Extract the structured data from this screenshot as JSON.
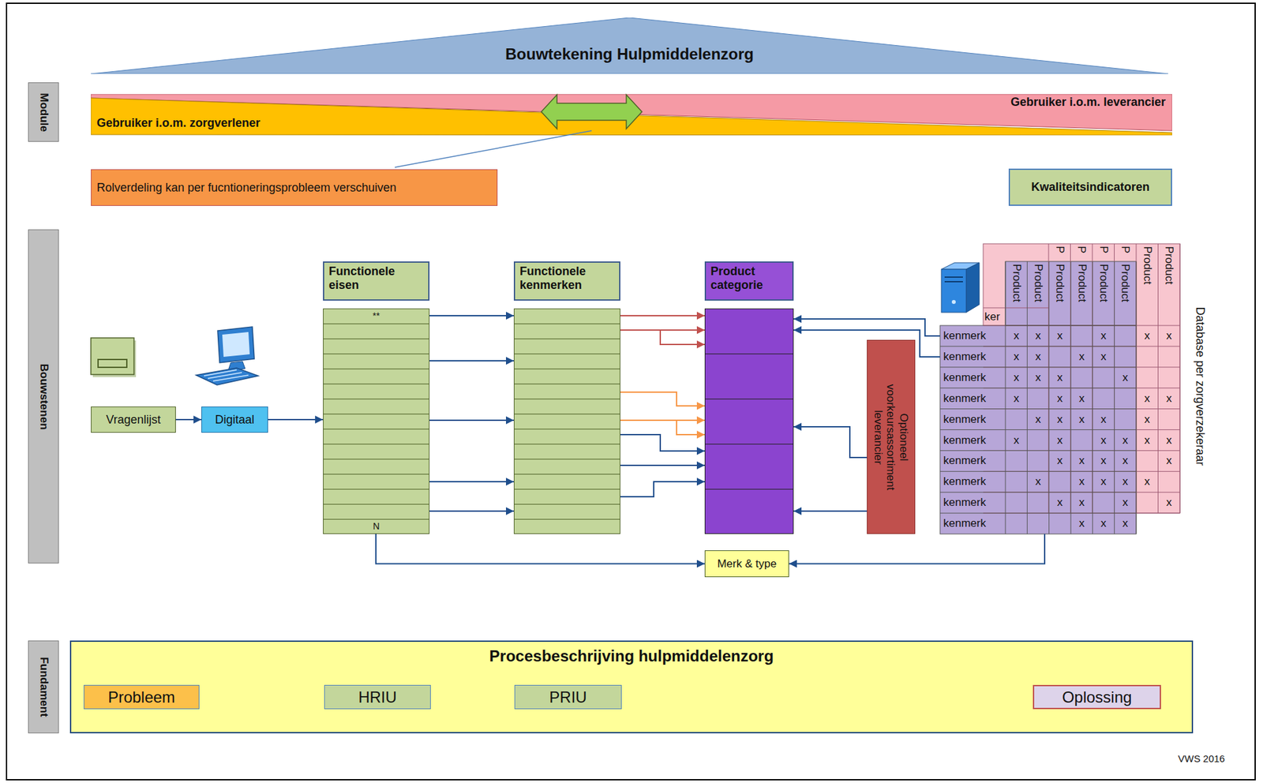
{
  "diagram": {
    "nodes": [
      {
        "text": [
          "Bouwtekening Hulpmiddelenzorg"
        ]
      },
      {
        "text": [
          "Module"
        ]
      },
      {
        "text": [
          "Gebruiker i.o.m. leverancier"
        ]
      },
      {
        "text": [
          "Gebruiker i.o.m. zorgverlener"
        ]
      },
      {
        "text": [
          "Rolverdeling kan per fucntioneringsprobleem verschuiven"
        ]
      },
      {
        "text": [
          "Kwaliteitsindicatoren"
        ]
      },
      {
        "text": [
          "Bouwstenen"
        ]
      },
      {
        "text": [
          "Vragenlijst"
        ]
      },
      {
        "text": [
          "Digitaal"
        ]
      },
      {
        "text": [
          "Functionele eisen",
          "**",
          "N"
        ]
      },
      {
        "text": [
          "Functionele kenmerken"
        ]
      },
      {
        "text": [
          "Product categorie"
        ]
      },
      {
        "text": [
          "Optioneel voorkeursassortiment leverancier"
        ]
      },
      {
        "text": [
          "Database per zorgverzekeraar"
        ]
      },
      {
        "text": [
          "Merk & type"
        ]
      },
      {
        "text": [
          "Fundament"
        ]
      },
      {
        "text": [
          "Procesbeschrijving hulpmiddelenzorg"
        ]
      },
      {
        "text": [
          "Probleem"
        ],
        "in": 16
      },
      {
        "text": [
          "HRIU"
        ],
        "in": 16
      },
      {
        "text": [
          "PRIU"
        ],
        "in": 16
      },
      {
        "text": [
          "Oplossing"
        ],
        "in": 16
      }
    ],
    "edges": [
      {
        "from": 7,
        "to": 8,
        "arrow": "to"
      },
      {
        "from": 8,
        "to": 9,
        "arrow": "to"
      },
      {
        "from": 9,
        "to": 10,
        "arrow": "to"
      },
      {
        "from": 9,
        "to": 10,
        "arrow": "to"
      },
      {
        "from": 9,
        "to": 10,
        "arrow": "to"
      },
      {
        "from": 9,
        "to": 10,
        "arrow": "to"
      },
      {
        "from": 9,
        "to": 10,
        "arrow": "to"
      },
      {
        "from": 10,
        "to": 11,
        "arrow": "to"
      },
      {
        "from": 10,
        "to": 11,
        "arrow": "to"
      },
      {
        "from": 10,
        "to": 11,
        "arrow": "to"
      },
      {
        "from": 10,
        "to": 11,
        "arrow": "to"
      },
      {
        "from": 10,
        "to": 11,
        "arrow": "to"
      },
      {
        "from": 10,
        "to": 11,
        "arrow": "to"
      },
      {
        "from": 10,
        "to": 11,
        "arrow": "to"
      },
      {
        "from": 10,
        "to": 11,
        "arrow": "to"
      },
      {
        "from": 10,
        "to": 11,
        "arrow": "to"
      },
      {
        "from": 13,
        "to": 11,
        "arrow": "to"
      },
      {
        "from": 13,
        "to": 11,
        "arrow": "to"
      },
      {
        "from": 12,
        "to": 11,
        "arrow": "to"
      },
      {
        "from": 12,
        "to": 11,
        "arrow": "to"
      },
      {
        "from": 9,
        "to": 14,
        "arrow": "to"
      },
      {
        "from": 13,
        "to": 14,
        "arrow": "to"
      },
      {
        "from": 17,
        "to": 18,
        "arrow": "to"
      },
      {
        "from": 18,
        "to": 19,
        "arrow": "both"
      },
      {
        "from": 19,
        "to": 20,
        "arrow": "to"
      }
    ],
    "labels": [
      "kenmerk",
      "kenmerk",
      "kenmerk",
      "kenmerk",
      "kenmerk",
      "kenmerk",
      "kenmerk",
      "kenmerk",
      "kenmerk",
      "kenmerk",
      "Product",
      "Product",
      "Product",
      "Product",
      "Product",
      "Product",
      "ker",
      "P",
      "P",
      "P",
      "P",
      "Product",
      "Product",
      "x",
      "x",
      "x",
      "x",
      "x",
      "x",
      "x",
      "x",
      "x",
      "x",
      "x",
      "x",
      "x",
      "x",
      "x",
      "x",
      "x",
      "x",
      "x",
      "x",
      "x",
      "x",
      "x",
      "x",
      "x",
      "x",
      "x",
      "x",
      "x",
      "x",
      "x",
      "x",
      "x",
      "x",
      "x",
      "x",
      "x",
      "x",
      "x",
      "x",
      "x",
      "x",
      "x",
      "x",
      "x",
      "x",
      "x",
      "VWS 2016"
    ]
  }
}
